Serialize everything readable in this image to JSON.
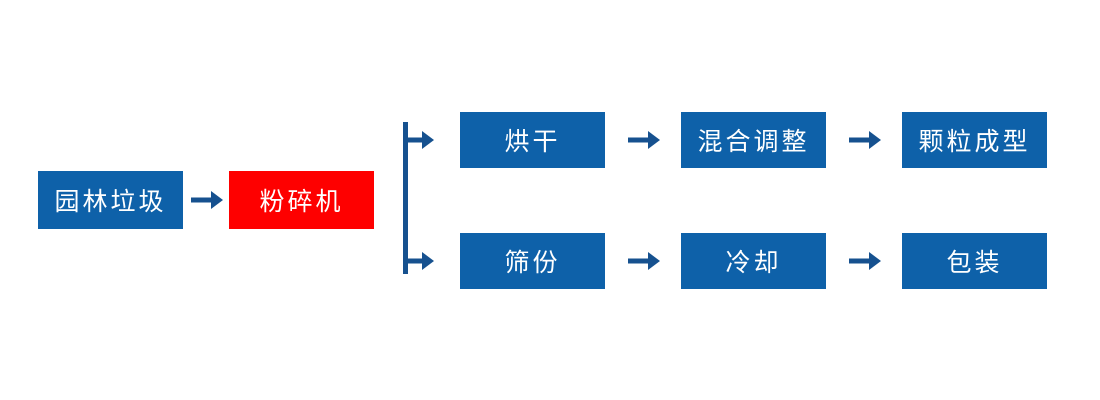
{
  "flow": {
    "source_label": "园林垃圾",
    "crusher_label": "粉碎机",
    "branch_top": [
      "烘干",
      "混合调整",
      "颗粒成型"
    ],
    "branch_bottom": [
      "筛份",
      "冷却",
      "包装"
    ]
  },
  "colors": {
    "process_box_blue": "#0e61a9",
    "crusher_box_red": "#fe0000",
    "arrow_navy": "#16518f",
    "box_text": "#ffffff",
    "background": "#ffffff"
  },
  "icons": {
    "flow_arrow": "→",
    "branch_arrow": "↦"
  }
}
